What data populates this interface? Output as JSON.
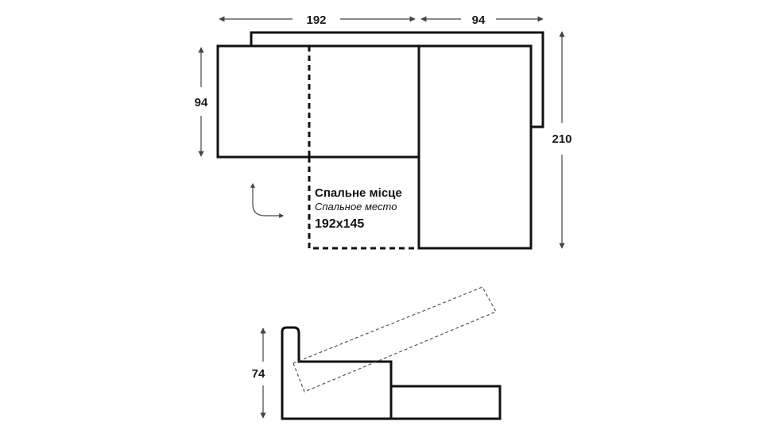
{
  "dimensions": {
    "top_width_main": "192",
    "top_width_corner": "94",
    "left_height": "94",
    "right_height": "210",
    "side_height": "74"
  },
  "sleeping_area": {
    "label_ua": "Спальне місце",
    "label_ru": "Спальное место",
    "size": "192x145"
  }
}
